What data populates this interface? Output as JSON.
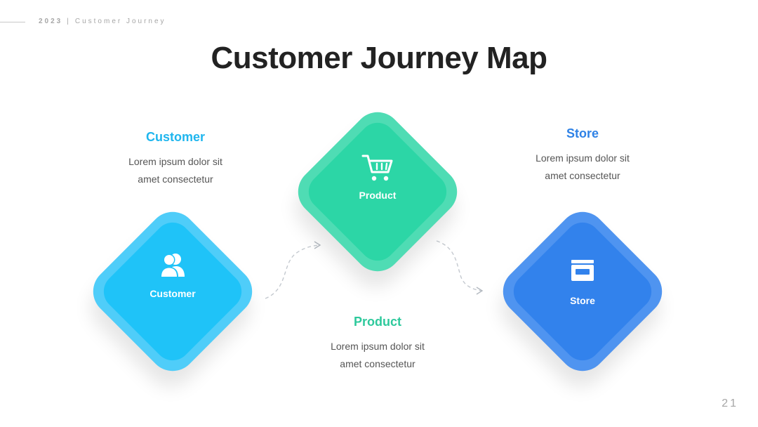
{
  "header": {
    "year": "2023",
    "separator": "|",
    "section": "Customer Journey"
  },
  "title": "Customer Journey Map",
  "steps": [
    {
      "label": "Customer",
      "heading": "Customer",
      "desc_line1": "Lorem ipsum dolor sit",
      "desc_line2": "amet consectetur",
      "icon": "users-icon",
      "color": "#22c3f7",
      "heading_color": "#1fb6ee"
    },
    {
      "label": "Product",
      "heading": "Product",
      "desc_line1": "Lorem ipsum dolor sit",
      "desc_line2": "amet consectetur",
      "icon": "shopping-cart-icon",
      "color": "#2ed6a8",
      "heading_color": "#2ec99c"
    },
    {
      "label": "Store",
      "heading": "Store",
      "desc_line1": "Lorem ipsum dolor sit",
      "desc_line2": "amet consectetur",
      "icon": "store-icon",
      "color": "#3485ee",
      "heading_color": "#2f82e6"
    }
  ],
  "page_number": "21"
}
